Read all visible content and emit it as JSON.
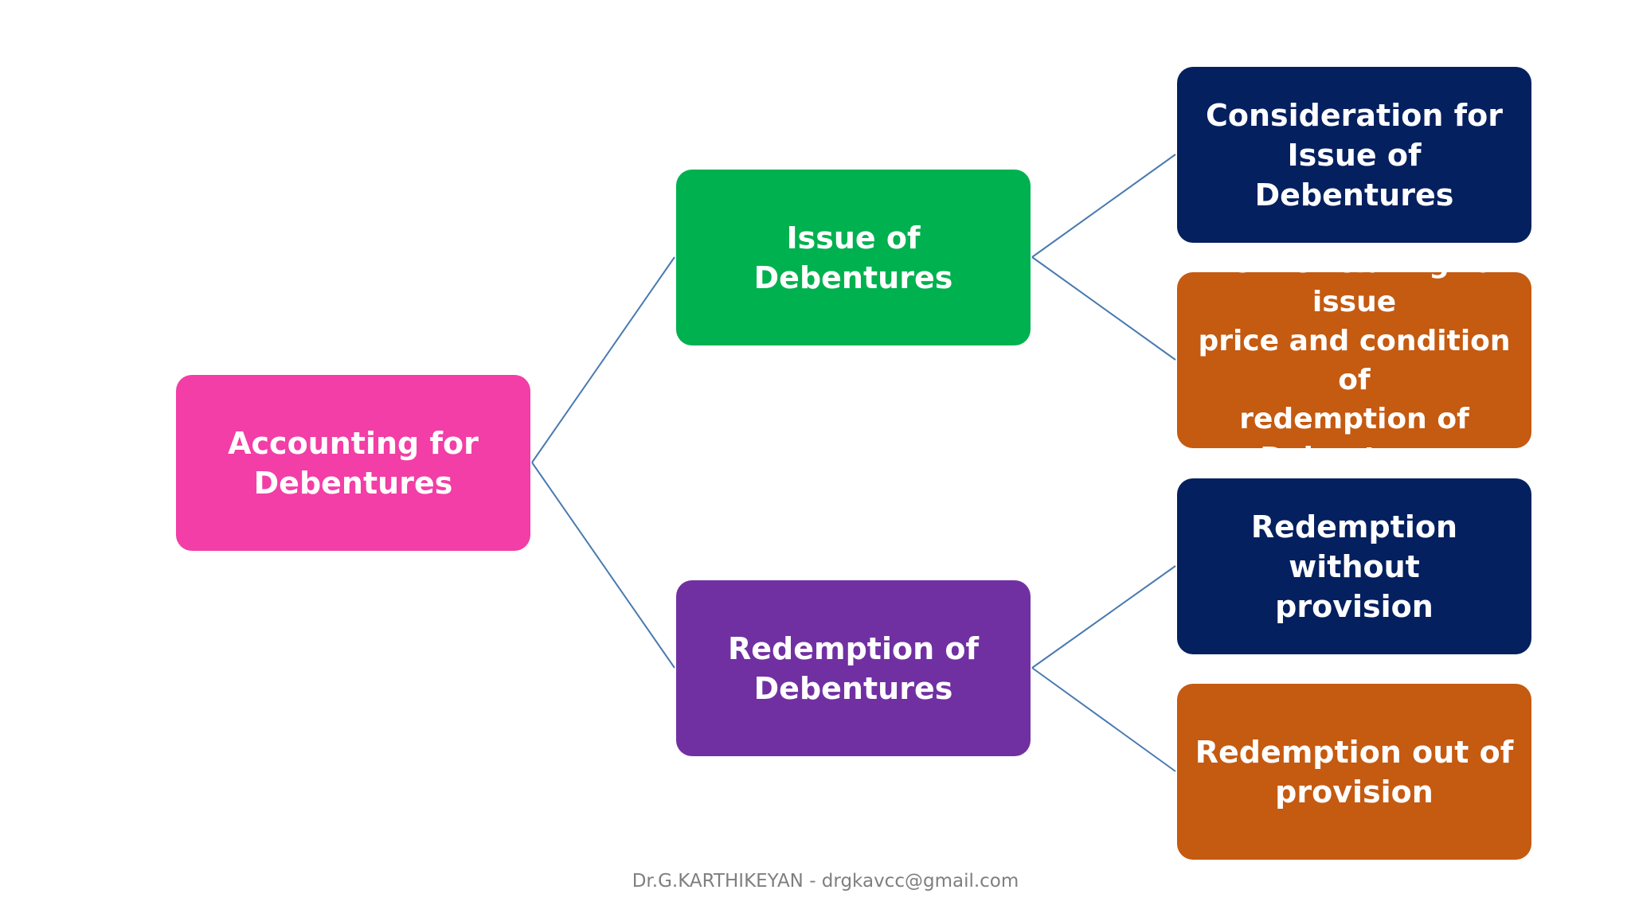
{
  "colors": {
    "root": "#f23ea6",
    "issue": "#00b14f",
    "redemption": "#7130a2",
    "navy": "#05205f",
    "orange": "#c55a11",
    "connector": "#4a7ab0",
    "footer_text": "#7f7f7f"
  },
  "nodes": {
    "root": {
      "label": "Accounting for\nDebentures"
    },
    "issue": {
      "label": "Issue of Debentures"
    },
    "redemption": {
      "label": "Redemption of\nDebentures"
    },
    "consideration": {
      "label": "Consideration for\nIssue of Debentures"
    },
    "terms": {
      "label": "Terms relating to issue\nprice and condition of\nredemption of\nDebentures"
    },
    "without_provision": {
      "label": "Redemption without\nprovision"
    },
    "out_of_provision": {
      "label": "Redemption out of\nprovision"
    }
  },
  "footer": {
    "text": "Dr.G.KARTHIKEYAN - drgkavcc@gmail.com"
  }
}
